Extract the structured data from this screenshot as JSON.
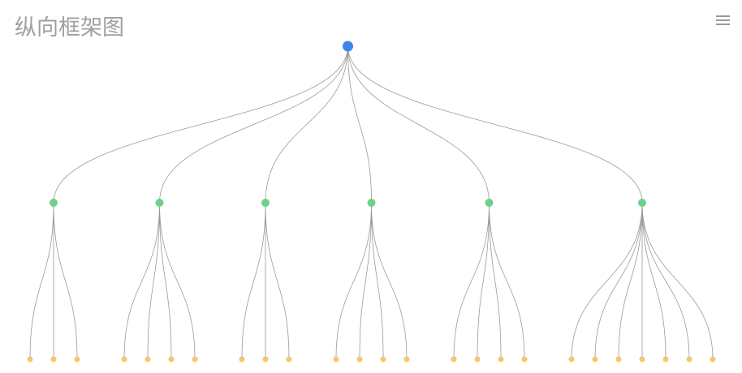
{
  "title": "纵向框架图",
  "toolbox": {
    "menu_icon": "hamburger-menu-icon"
  },
  "chart_data": {
    "type": "tree",
    "orient": "vertical",
    "colors": {
      "root": "#3d85e8",
      "branch": "#6dd08b",
      "leaf": "#f7c56e",
      "edge": "#9a9a9a"
    },
    "root": {
      "children": [
        {
          "children": [
            {},
            {},
            {}
          ]
        },
        {
          "children": [
            {},
            {},
            {},
            {}
          ]
        },
        {
          "children": [
            {},
            {},
            {}
          ]
        },
        {
          "children": [
            {},
            {},
            {},
            {}
          ]
        },
        {
          "children": [
            {},
            {},
            {},
            {}
          ]
        },
        {
          "children": [
            {},
            {},
            {},
            {},
            {},
            {},
            {}
          ]
        }
      ]
    }
  }
}
